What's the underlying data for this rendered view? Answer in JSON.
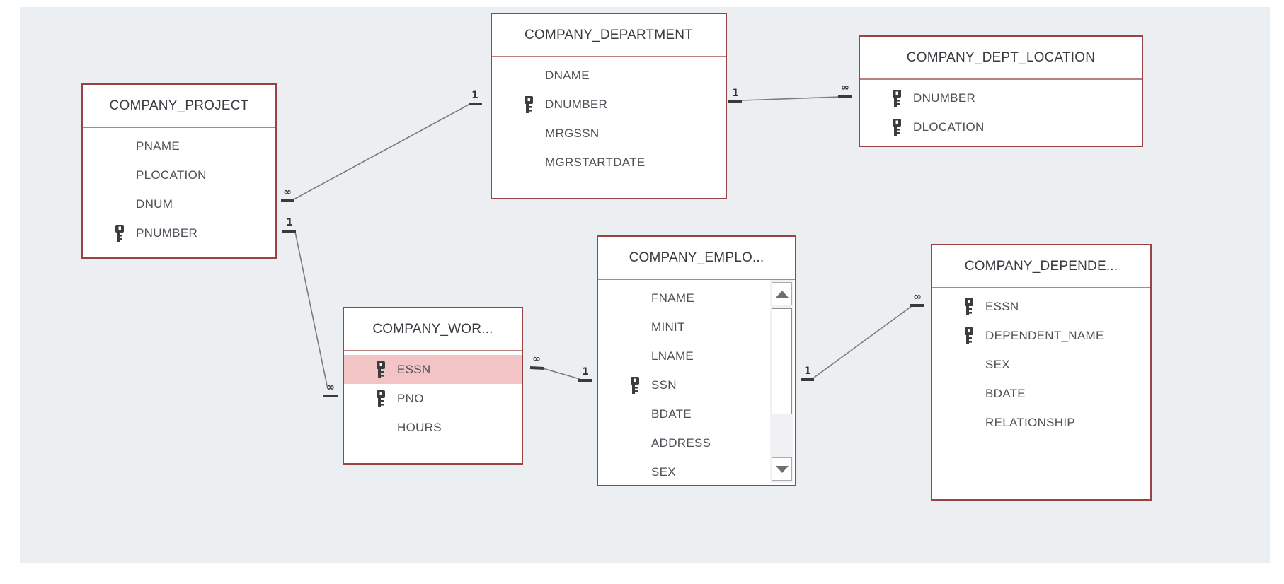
{
  "app": {
    "title": "Relationships diagram"
  },
  "colors": {
    "canvas_background": "#eceff2",
    "table_border": "#9a4347",
    "table_separator": "#b97f83",
    "field_highlight": "#f2c4c5",
    "relationship_line": "#7b7b7b",
    "cardinality_text": "#333333"
  },
  "icons": {
    "primary_key": "key-icon",
    "scroll_up": "triangle-up",
    "scroll_down": "triangle-down"
  },
  "tables": [
    {
      "name": "COMPANY_PROJECT",
      "fields": [
        {
          "name": "PNAME",
          "key": false
        },
        {
          "name": "PLOCATION",
          "key": false
        },
        {
          "name": "DNUM",
          "key": false
        },
        {
          "name": "PNUMBER",
          "key": true
        }
      ]
    },
    {
      "name": "COMPANY_DEPARTMENT",
      "fields": [
        {
          "name": "DNAME",
          "key": false
        },
        {
          "name": "DNUMBER",
          "key": true
        },
        {
          "name": "MRGSSN",
          "key": false
        },
        {
          "name": "MGRSTARTDATE",
          "key": false
        }
      ]
    },
    {
      "name": "COMPANY_DEPT_LOCATION",
      "fields": [
        {
          "name": "DNUMBER",
          "key": true
        },
        {
          "name": "DLOCATION",
          "key": true
        }
      ]
    },
    {
      "name": "COMPANY_WOR...",
      "fields": [
        {
          "name": "ESSN",
          "key": true,
          "highlighted": true
        },
        {
          "name": "PNO",
          "key": true
        },
        {
          "name": "HOURS",
          "key": false
        }
      ]
    },
    {
      "name": "COMPANY_EMPLO...",
      "fields": [
        {
          "name": "FNAME",
          "key": false
        },
        {
          "name": "MINIT",
          "key": false
        },
        {
          "name": "LNAME",
          "key": false
        },
        {
          "name": "SSN",
          "key": true
        },
        {
          "name": "BDATE",
          "key": false
        },
        {
          "name": "ADDRESS",
          "key": false
        },
        {
          "name": "SEX",
          "key": false
        }
      ]
    },
    {
      "name": "COMPANY_DEPENDE...",
      "fields": [
        {
          "name": "ESSN",
          "key": true
        },
        {
          "name": "DEPENDENT_NAME",
          "key": true
        },
        {
          "name": "SEX",
          "key": false
        },
        {
          "name": "BDATE",
          "key": false
        },
        {
          "name": "RELATIONSHIP",
          "key": false
        }
      ]
    }
  ],
  "relationships": [
    {
      "from": "COMPANY_PROJECT",
      "to": "COMPANY_DEPARTMENT",
      "from_label": "∞",
      "to_label": "1"
    },
    {
      "from": "COMPANY_PROJECT",
      "to": "COMPANY_WOR...",
      "from_label": "1",
      "to_label": "∞"
    },
    {
      "from": "COMPANY_WOR...",
      "to": "COMPANY_EMPLO...",
      "from_label": "∞",
      "to_label": "1"
    },
    {
      "from": "COMPANY_DEPARTMENT",
      "to": "COMPANY_DEPT_LOCATION",
      "from_label": "1",
      "to_label": "∞"
    },
    {
      "from": "COMPANY_EMPLO...",
      "to": "COMPANY_DEPENDE...",
      "from_label": "1",
      "to_label": "∞"
    }
  ]
}
